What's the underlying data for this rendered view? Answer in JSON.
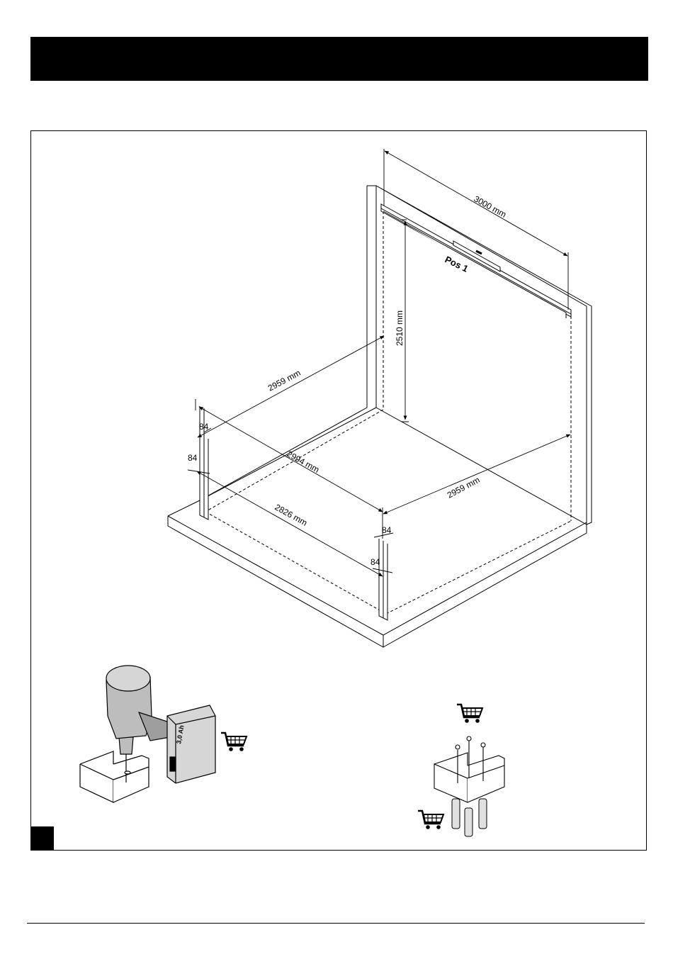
{
  "header": {
    "title": ""
  },
  "drawing": {
    "dimensions": {
      "track_length": "3000 mm",
      "height": "2510 mm",
      "depth_left": "2959 mm",
      "depth_right": "2959 mm",
      "width_outer": "2994 mm",
      "width_inner": "2826 mm",
      "post_a1": "84",
      "post_a2": "84",
      "post_b1": "84",
      "post_b2": "84"
    },
    "part_label": "Pos 1"
  },
  "tools": {
    "drill_battery_label": "3,0 Ah"
  },
  "colors": {
    "ink": "#000000",
    "page": "#ffffff",
    "tool_gray": "#bdbdbd"
  },
  "icons": [
    "shopping-cart-icon",
    "shopping-cart-icon",
    "shopping-cart-icon"
  ]
}
